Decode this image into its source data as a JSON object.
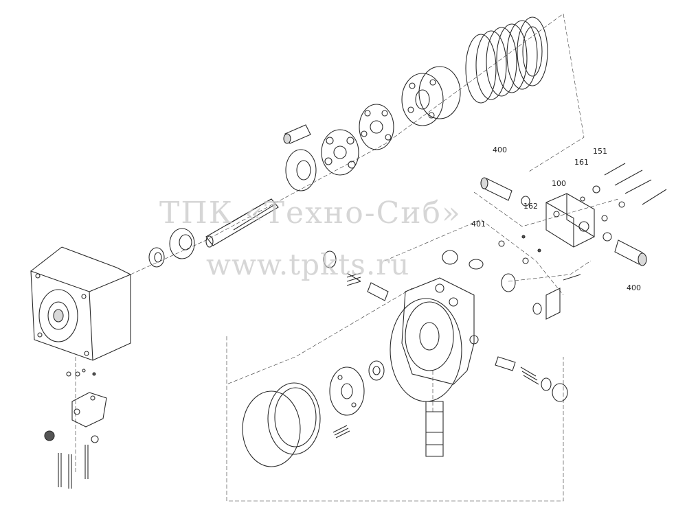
{
  "diagram": {
    "callouts": [
      {
        "id": "c400a",
        "text": "400"
      },
      {
        "id": "c151",
        "text": "151"
      },
      {
        "id": "c161",
        "text": "161"
      },
      {
        "id": "c100",
        "text": "100"
      },
      {
        "id": "c162",
        "text": "162"
      },
      {
        "id": "c401",
        "text": "401"
      },
      {
        "id": "c400b",
        "text": "400"
      }
    ],
    "watermark": {
      "line1": "ТПК «Техно-Сиб»",
      "line2": "www.tpkts.ru"
    }
  }
}
